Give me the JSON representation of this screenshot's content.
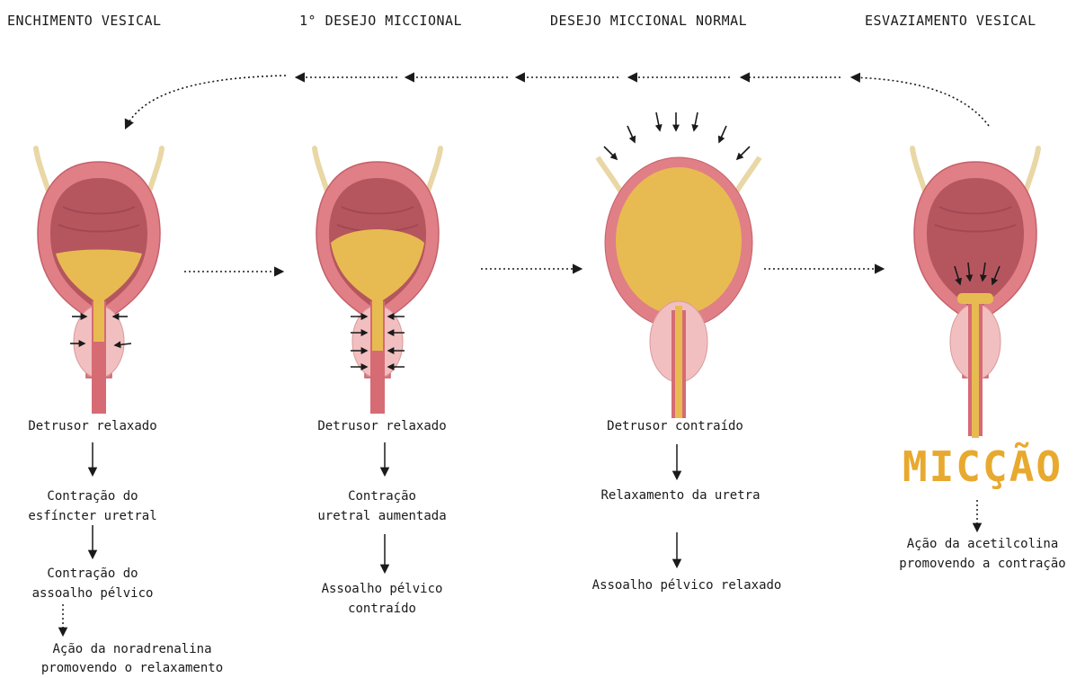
{
  "stages": [
    {
      "header": "ENCHIMENTO VESICAL",
      "fill_level": 0.35,
      "steps": [
        "Detrusor relaxado",
        "Contração do\nesfíncter uretral",
        "Contração do\nassoalho pélvico"
      ],
      "note": "Ação da noradrenalina\npromovendo o relaxamento"
    },
    {
      "header": "1° DESEJO MICCIONAL",
      "fill_level": 0.5,
      "steps": [
        "Detrusor relaxado",
        "Contração\nuretral aumentada",
        "Assoalho pélvico\ncontraído"
      ]
    },
    {
      "header": "DESEJO MICCIONAL NORMAL",
      "fill_level": 1.0,
      "steps": [
        "Detrusor contraído",
        "Relaxamento da uretra",
        "Assoalho pélvico relaxado"
      ]
    },
    {
      "header": "ESVAZIAMENTO VESICAL",
      "fill_level": 0.05,
      "outcome": "MICÇÃO",
      "note": "Ação da acetilcolina\npromovendo a contração"
    }
  ],
  "colors": {
    "urine": "#e8bb52",
    "bladder_wall": "#e07f86",
    "bladder_inner": "#b5565f",
    "prostate": "#f2bfc0",
    "ureter": "#e9d7a6",
    "arrow": "#1a1a1a",
    "outcome": "#e8a92f"
  },
  "icons": [
    "bladder-illustration",
    "pressure-arrow",
    "dotted-arrow",
    "solid-arrow"
  ]
}
